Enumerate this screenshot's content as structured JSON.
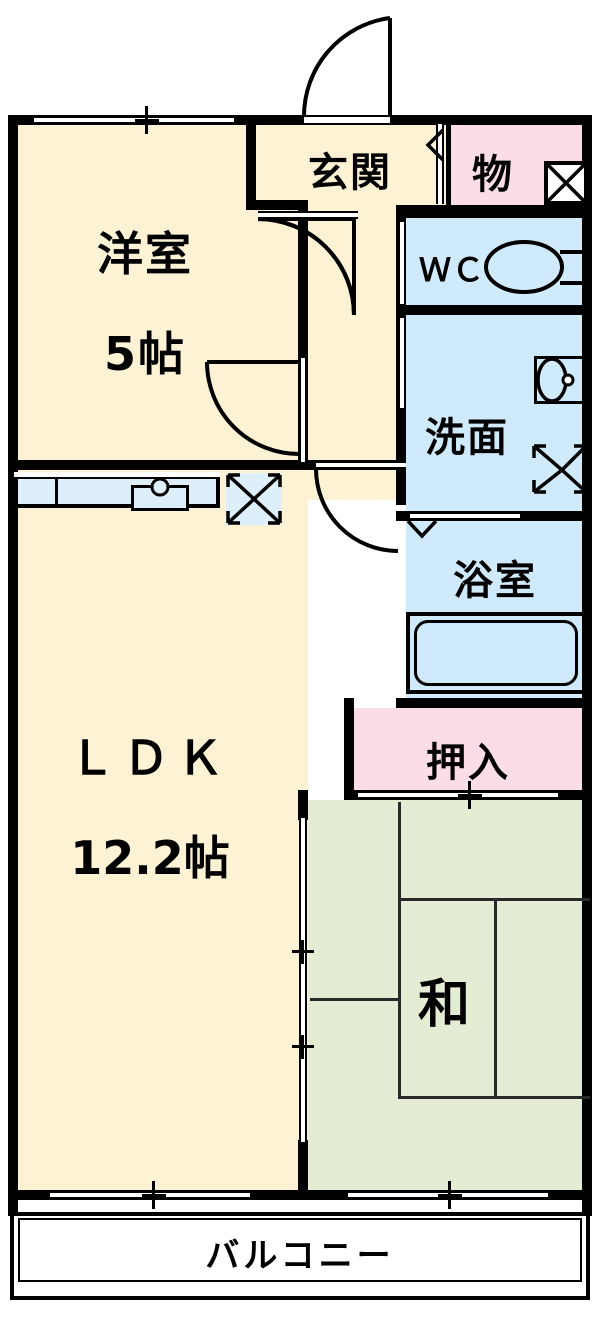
{
  "plan": {
    "type": "japanese-apartment-floor-plan",
    "layout_code": "2LDK",
    "colors": {
      "wall": "#000000",
      "flooring_room": "#fdf2d4",
      "tatami_room": "#e4ecd4",
      "water_area": "#cfeafb",
      "storage_area": "#fbdde7",
      "kitchen_fixture": "#ddeffb",
      "background": "#ffffff"
    },
    "rooms": [
      {
        "id": "washitsu_bedroom",
        "name": "洋室",
        "size": "5帖",
        "type": "western-style-room"
      },
      {
        "id": "ldk",
        "name": "ＬＤＫ",
        "size": "12.2帖",
        "type": "living-dining-kitchen"
      },
      {
        "id": "tatami",
        "name": "和",
        "size": "",
        "type": "japanese-style-room"
      },
      {
        "id": "entrance",
        "name": "玄関",
        "size": "",
        "type": "entrance-genkan"
      },
      {
        "id": "storage_top",
        "name": "物",
        "size": "",
        "type": "storage-closet"
      },
      {
        "id": "toilet",
        "name": "ＷＣ",
        "size": "",
        "type": "toilet"
      },
      {
        "id": "washroom",
        "name": "洗面",
        "size": "",
        "type": "washroom-vanity"
      },
      {
        "id": "bathroom",
        "name": "浴室",
        "size": "",
        "type": "bathroom"
      },
      {
        "id": "oshiire",
        "name": "押入",
        "size": "",
        "type": "closet-oshiire"
      },
      {
        "id": "balcony",
        "name": "バルコニー",
        "size": "",
        "type": "balcony"
      }
    ],
    "labels": {
      "bedroom_name": "洋室",
      "bedroom_size": "5帖",
      "ldk_name": "ＬＤＫ",
      "ldk_size": "12.2帖",
      "tatami_name": "和",
      "entrance_name": "玄関",
      "storage_name": "物",
      "toilet_name": "ＷＣ",
      "washroom_name": "洗面",
      "bathroom_name": "浴室",
      "oshiire_name": "押入",
      "balcony_name": "バルコニー"
    },
    "fixtures": [
      {
        "name": "toilet-fixture",
        "room": "toilet"
      },
      {
        "name": "vanity-sink-fixture",
        "room": "washroom"
      },
      {
        "name": "washing-machine-space",
        "room": "washroom"
      },
      {
        "name": "bathtub-fixture",
        "room": "bathroom"
      },
      {
        "name": "kitchen-sink-counter",
        "room": "ldk"
      },
      {
        "name": "refrigerator-space",
        "room": "ldk"
      },
      {
        "name": "meter-box",
        "room": "storage_top"
      }
    ],
    "doors": [
      {
        "name": "entrance-door",
        "type": "swing-out"
      },
      {
        "name": "bedroom-door",
        "type": "swing-in"
      },
      {
        "name": "hallway-door",
        "type": "swing-in"
      },
      {
        "name": "toilet-door",
        "type": "sliding"
      },
      {
        "name": "washroom-door",
        "type": "sliding"
      },
      {
        "name": "bathroom-door",
        "type": "folding"
      },
      {
        "name": "storage-door",
        "type": "folding"
      },
      {
        "name": "ldk-tatami-partition",
        "type": "sliding-fusuma"
      },
      {
        "name": "balcony-sliding-door-ldk",
        "type": "sliding-glass"
      },
      {
        "name": "balcony-sliding-door-tatami",
        "type": "sliding-glass"
      },
      {
        "name": "bedroom-window",
        "type": "sliding-window"
      }
    ]
  }
}
